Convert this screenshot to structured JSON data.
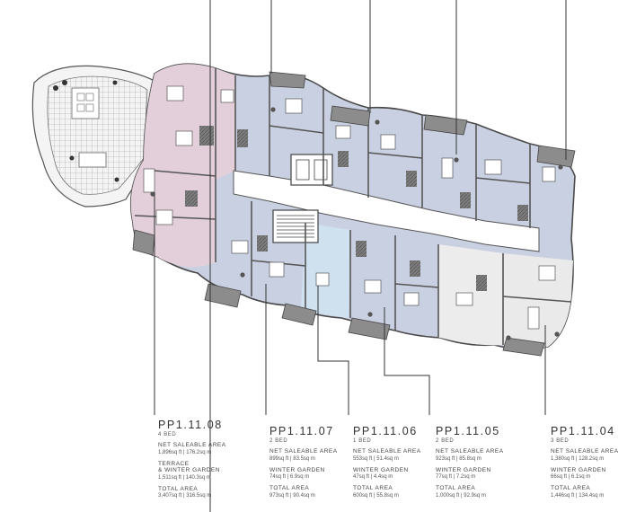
{
  "units": [
    {
      "code": "PP1.11.08",
      "beds": "4 BED",
      "areas": [
        {
          "label": "NET SALEABLE AREA",
          "value": "1,896sq ft | 176.2sq m"
        },
        {
          "label": "TERRACE",
          "label2": "& WINTER GARDEN",
          "value": "1,511sq ft | 140.3sq m"
        },
        {
          "label": "TOTAL AREA",
          "value": "3,407sq ft | 316.5sq m"
        }
      ]
    },
    {
      "code": "PP1.11.07",
      "beds": "2 BED",
      "areas": [
        {
          "label": "NET SALEABLE AREA",
          "value": "899sq ft | 83.5sq m"
        },
        {
          "label": "WINTER GARDEN",
          "value": "74sq ft | 6.9sq m"
        },
        {
          "label": "TOTAL AREA",
          "value": "973sq ft | 90.4sq m"
        }
      ]
    },
    {
      "code": "PP1.11.06",
      "beds": "1 BED",
      "areas": [
        {
          "label": "NET SALEABLE AREA",
          "value": "553sq ft | 51.4sq m"
        },
        {
          "label": "WINTER GARDEN",
          "value": "47sq ft | 4.4sq m"
        },
        {
          "label": "TOTAL AREA",
          "value": "600sq ft | 55.8sq m"
        }
      ]
    },
    {
      "code": "PP1.11.05",
      "beds": "2 BED",
      "areas": [
        {
          "label": "NET SALEABLE AREA",
          "value": "923sq ft | 85.8sq m"
        },
        {
          "label": "WINTER GARDEN",
          "value": "77sq ft | 7.2sq m"
        },
        {
          "label": "TOTAL AREA",
          "value": "1,000sq ft | 92.9sq m"
        }
      ]
    },
    {
      "code": "PP1.11.04",
      "beds": "3 BED",
      "areas": [
        {
          "label": "NET SALEABLE AREA",
          "value": "1,380sq ft | 128.2sq m"
        },
        {
          "label": "WINTER GARDEN",
          "value": "66sq ft | 6.1sq m"
        },
        {
          "label": "TOTAL AREA",
          "value": "1,446sq ft | 134.4sq m"
        }
      ]
    }
  ],
  "colors": {
    "unit_08": "#e3cfd9",
    "unit_07": "#c9d0e2",
    "unit_06": "#cfe1ef",
    "unit_05": "#ececec",
    "unit_04": "#eaeaea",
    "north_units": "#c9d0e2",
    "corridor": "#ffffff",
    "terrace": "#f4f4f4",
    "walls": "#555555",
    "leader": "#333333"
  }
}
